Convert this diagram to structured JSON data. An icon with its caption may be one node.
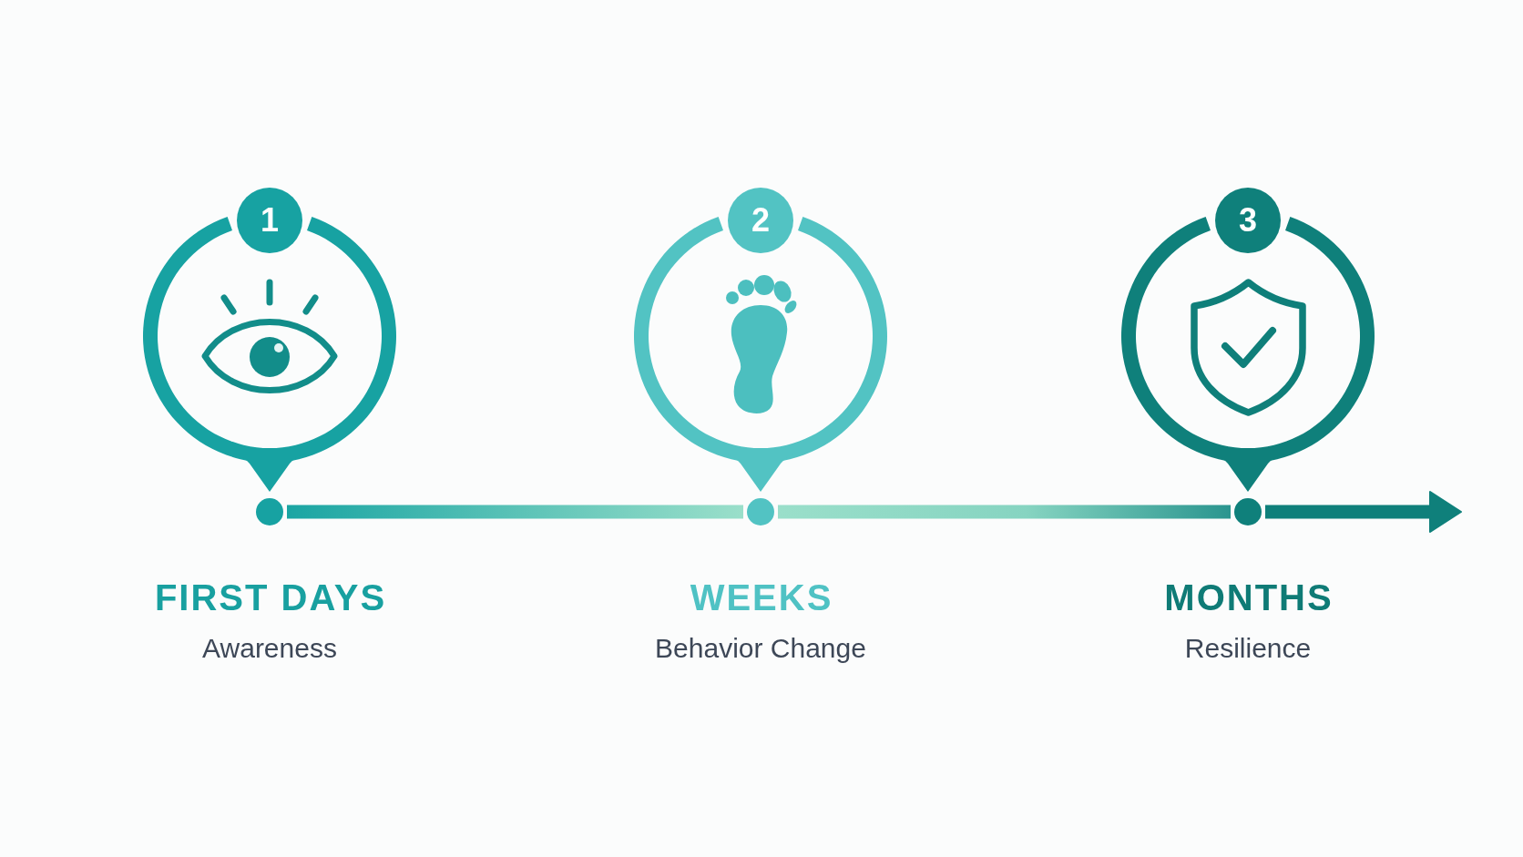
{
  "diagram": {
    "nodes": [
      {
        "text": [
          "1"
        ],
        "beside": [
          "FIRST DAYS",
          "Awareness"
        ]
      },
      {
        "text": [
          "2"
        ],
        "beside": [
          "WEEKS",
          "Behavior Change"
        ]
      },
      {
        "text": [
          "3"
        ],
        "beside": [
          "MONTHS",
          "Resilience"
        ]
      },
      {
        "text": [],
        "shape": "circle"
      },
      {
        "text": [],
        "shape": "circle"
      },
      {
        "text": [],
        "shape": "circle"
      }
    ],
    "edges": [
      {
        "from": 3,
        "to": 4,
        "arrow": "none"
      },
      {
        "from": 4,
        "to": 5,
        "arrow": "none"
      },
      {
        "from": 5,
        "to": null,
        "arrow": "to"
      }
    ]
  }
}
